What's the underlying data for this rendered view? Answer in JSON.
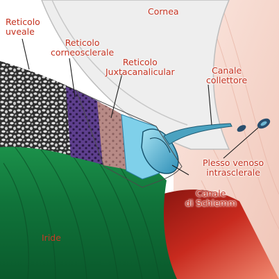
{
  "labels": {
    "cornea": "Cornea",
    "reticolo_uveale": [
      "Reticolo",
      "uveale"
    ],
    "reticolo_corneosclerale": [
      "Reticolo",
      "corneosclerale"
    ],
    "reticolo_juxtacanalicular": [
      "Reticolo",
      "Juxtacanalicular"
    ],
    "canale_collettore": [
      "Canale",
      "collettore"
    ],
    "plesso_venoso": [
      "Plesso venoso",
      "intrasclerale"
    ],
    "canale_schlemm": [
      "Canale",
      "di Schlemm"
    ],
    "iride": "Iride"
  },
  "colors": {
    "label": "#c4311f",
    "cornea": "#f2f2f2",
    "sclera": "#f6d4c9",
    "iris": "#137a3c",
    "ciliary_muscle": "#b3221a",
    "uveal_meshwork": "#9a9a9a",
    "corneoscleral_meshwork": "#5b3f8a",
    "juxtacanalicular": "#b78a86",
    "schlemm_canal": "#5cc1e0"
  }
}
